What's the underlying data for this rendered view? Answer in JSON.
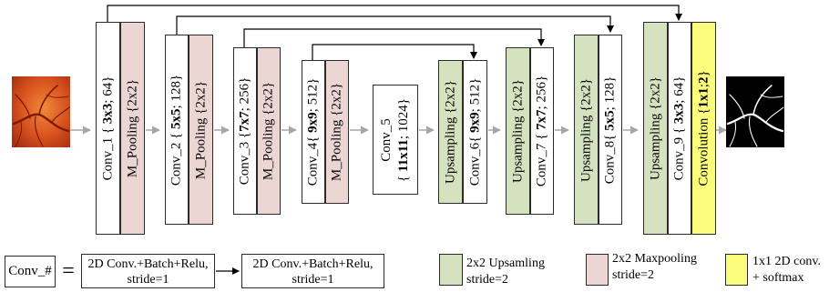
{
  "blocks": {
    "conv1": {
      "name": "Conv_1",
      "kernel": "3x3",
      "filters": "64"
    },
    "pool1": "M_Pooling {2x2}",
    "conv2": {
      "name": "Conv_2",
      "kernel": "5x5",
      "filters": "128"
    },
    "pool2": "M_Pooling {2x2}",
    "conv3": {
      "name": "Conv_3",
      "kernel": "7x7",
      "filters": "256"
    },
    "pool3": "M_Pooling {2x2}",
    "conv4": {
      "name": "Conv_4",
      "kernel": "9x9",
      "filters": "512"
    },
    "pool4": "M_Pooling {2x2}",
    "conv5": {
      "name": "Conv_5",
      "kernel": "11x11",
      "filters": "1024"
    },
    "up1": "Upsampling {2x2}",
    "conv6": {
      "name": "Conv_6",
      "kernel": "9x9",
      "filters": "512"
    },
    "up2": "Upsampling {2x2}",
    "conv7": {
      "name": "Conv_7",
      "kernel": "7x7",
      "filters": "256"
    },
    "up3": "Upsampling {2x2}",
    "conv8": {
      "name": "Conv_8",
      "kernel": "5x5",
      "filters": "128"
    },
    "up4": "Upsampling {2x2}",
    "conv9": {
      "name": "Conv_9",
      "kernel": "3x3",
      "filters": "64"
    },
    "final": {
      "name": "Convolution",
      "kernel": "1x1",
      "filters": "2"
    }
  },
  "legend": {
    "conv_symbol": "Conv_#",
    "equals": "=",
    "box1_line1": "2D Conv.+Batch+Relu,",
    "box1_line2": "stride=1",
    "box2_line1": "2D Conv.+Batch+Relu,",
    "box2_line2": "stride=1",
    "upsample_line1": "2x2 Upsamling",
    "upsample_line2": "stride=2",
    "maxpool_line1": "2x2 Maxpooling",
    "maxpool_line2": "stride=2",
    "softmax_line1": "1x1 2D conv.",
    "softmax_line2": "+ softmax"
  },
  "colors": {
    "pooling": "#ecd6d4",
    "upsampling": "#d5e2bf",
    "final_conv": "#fcfc7c",
    "block_border": "#2b2b2b",
    "flow_arrow": "#a6a6a6"
  },
  "images": {
    "input": "retinal-fundus-image",
    "output": "vessel-segmentation-map"
  }
}
